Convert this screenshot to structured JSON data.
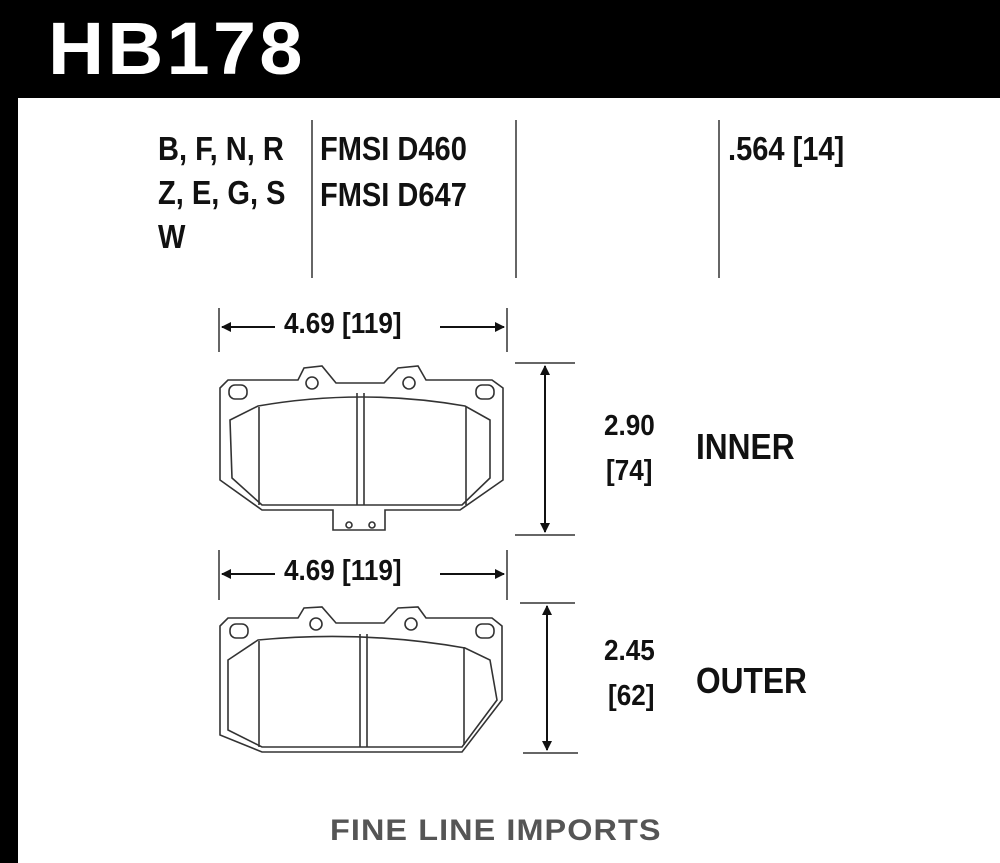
{
  "part_number": "HB178",
  "compounds": [
    "B, F, N, R",
    "Z, E, G, S",
    "W"
  ],
  "fmsi": [
    "FMSI D460",
    "FMSI D647"
  ],
  "thickness": ".564 [14]",
  "inner": {
    "label": "INNER",
    "width": "4.69 [119]",
    "height_in": "2.90",
    "height_mm": "[74]"
  },
  "outer": {
    "label": "OUTER",
    "width": "4.69 [119]",
    "height_in": "2.45",
    "height_mm": "[62]"
  },
  "footer": "FINE LINE IMPORTS"
}
